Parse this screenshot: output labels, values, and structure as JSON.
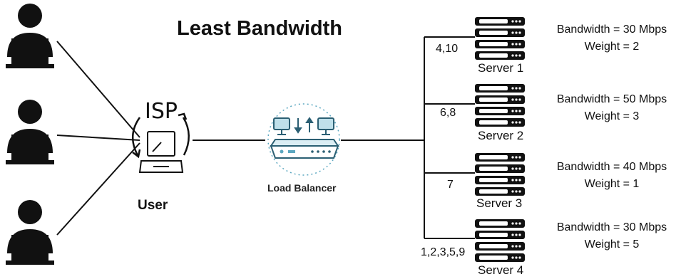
{
  "title": "Least Bandwidth",
  "isp_label": "ISP",
  "user_label": "User",
  "load_balancer_label": "Load Balancer",
  "servers": [
    {
      "name": "Server 1",
      "requests": "4,10",
      "bandwidth": "Bandwidth = 30 Mbps",
      "weight": "Weight = 2"
    },
    {
      "name": "Server 2",
      "requests": "6,8",
      "bandwidth": "Bandwidth = 50 Mbps",
      "weight": "Weight = 3"
    },
    {
      "name": "Server 3",
      "requests": "7",
      "bandwidth": "Bandwidth = 40 Mbps",
      "weight": "Weight = 1"
    },
    {
      "name": "Server 4",
      "requests": "1,2,3,5,9",
      "bandwidth": "Bandwidth = 30 Mbps",
      "weight": "Weight = 5"
    }
  ],
  "colors": {
    "line": "#111111",
    "accent": "#5ba7c0"
  },
  "icons": [
    "person-with-laptop-icon",
    "laptop-icon",
    "refresh-arrow-icon",
    "monitor-icon",
    "router-icon",
    "server-rack-icon"
  ]
}
